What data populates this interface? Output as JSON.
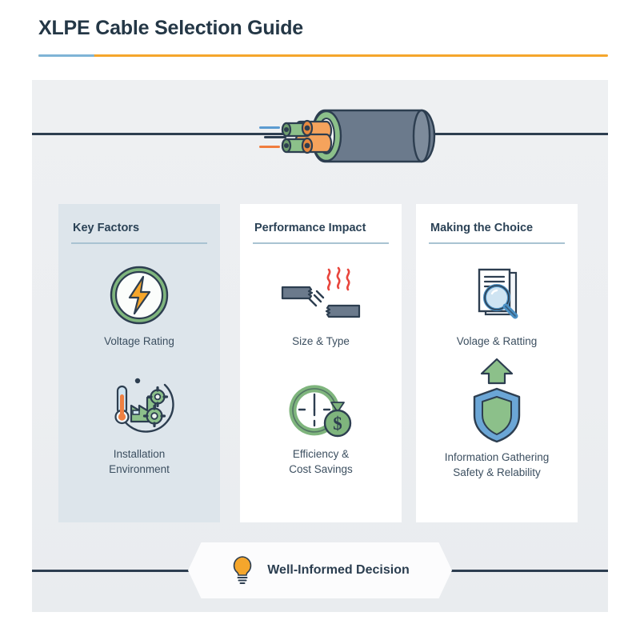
{
  "header": {
    "title": "XLPE Cable Selection Guide",
    "accent_color": "#7fb4d6",
    "rule_color": "#f5a62c"
  },
  "hero": {
    "graphic_name": "xlpe-cable-cutaway",
    "sheath_color": "#6b7a8c",
    "insulation_color": "#8cc08a",
    "conductor_color": "#f5a35c",
    "dash_colors": [
      "#5b9bd1",
      "#2d3e50",
      "#f07d3e"
    ]
  },
  "columns": [
    {
      "title": "Key Factors",
      "background": "#dde5eb",
      "items": [
        {
          "icon": "lightning-bolt-circle-icon",
          "label": "Voltage Rating"
        },
        {
          "icon": "thermometer-factory-gears-icon",
          "label": "Installation\nEnvironment"
        }
      ]
    },
    {
      "title": "Performance Impact",
      "background": "#ffffff",
      "items": [
        {
          "icon": "cable-spark-heat-icon",
          "label": "Size & Type"
        },
        {
          "icon": "clock-dollar-icon",
          "label": "Efficiency &\nCost Savings"
        }
      ]
    },
    {
      "title": "Making the Choice",
      "background": "#ffffff",
      "items": [
        {
          "icon": "document-magnifier-icon",
          "label": "Volage & Ratting"
        },
        {
          "icon": "arrow-up-shield-icon",
          "label": "Information Gathering\nSafety & Relability"
        }
      ]
    }
  ],
  "banner": {
    "icon": "lightbulb-icon",
    "text": "Well-Informed Decision",
    "icon_color": "#f5a62c"
  }
}
